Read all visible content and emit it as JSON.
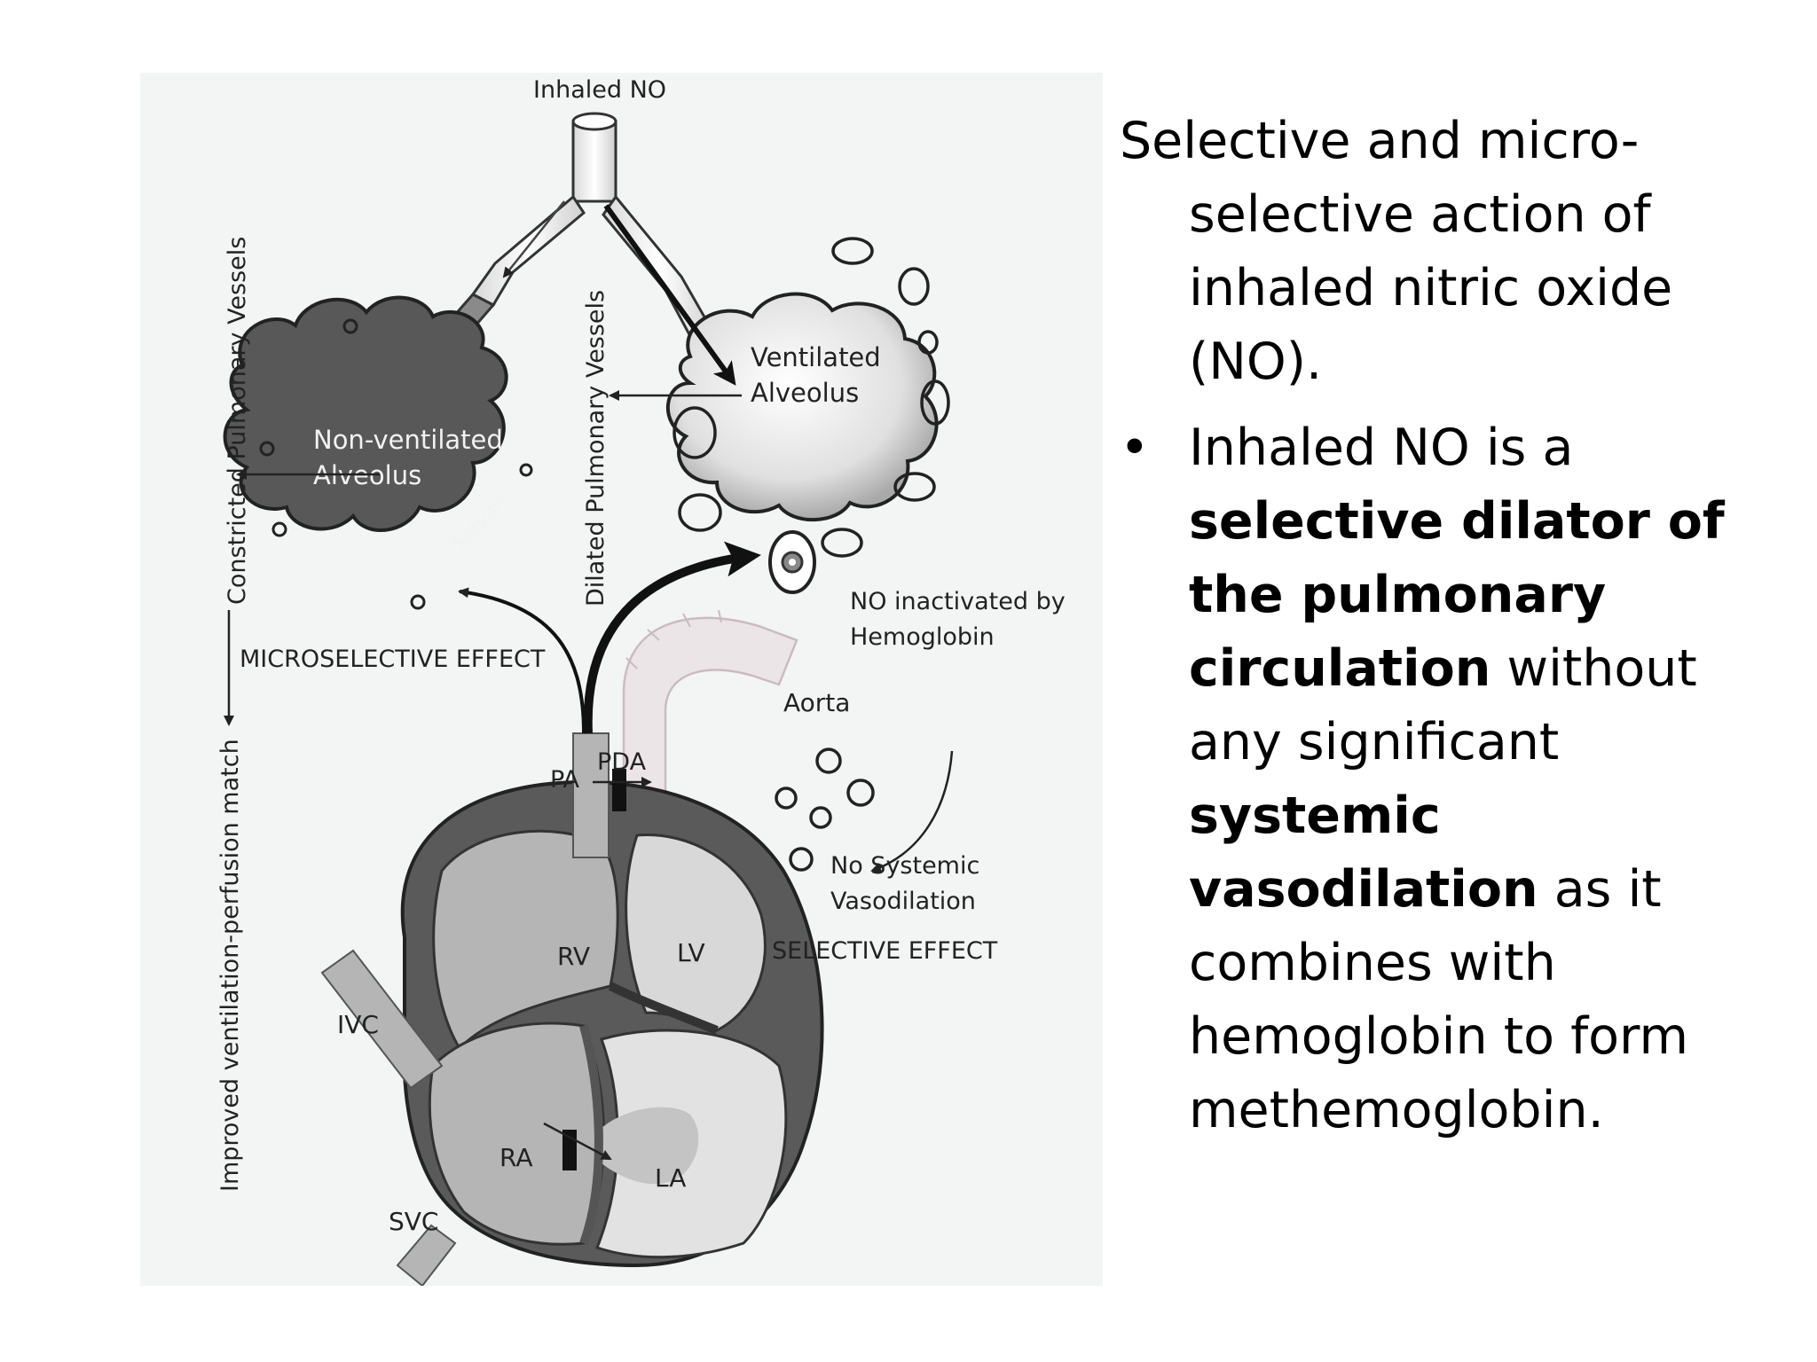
{
  "diagram": {
    "labels": {
      "inhaled_no": "Inhaled NO",
      "constricted_vessels": "Constricted Pulmonary Vessels",
      "improved_match": "Improved ventilation-perfusion match",
      "dilated_vessels": "Dilated Pulmonary Vessels",
      "ventilated_line1": "Ventilated",
      "ventilated_line2": "Alveolus",
      "nonventilated_line1": "Non-ventilated",
      "nonventilated_line2": "Alveolus",
      "signature": "Satyan",
      "microselective_effect": "MICROSELECTIVE EFFECT",
      "no_inactivated_line1": "NO inactivated by",
      "no_inactivated_line2": "Hemoglobin",
      "aorta": "Aorta",
      "pa": "PA",
      "pda": "PDA",
      "no_systemic_line1": "No Systemic",
      "no_systemic_line2": "Vasodilation",
      "selective_effect": "SELECTIVE EFFECT",
      "rv": "RV",
      "lv": "LV",
      "ivc": "IVC",
      "ra": "RA",
      "la": "LA",
      "svc": "SVC"
    }
  },
  "text": {
    "intro": "Selective and micro-selective action of inhaled nitric oxide (NO).",
    "bullet_marker": "•",
    "bullet_part1": "Inhaled NO is a ",
    "bullet_bold1": "selective dilator of the pulmonary circulation",
    "bullet_part2": " without any significant ",
    "bullet_bold2": "systemic vasodilation",
    "bullet_part3": " as it combines with hemoglobin to form methemoglobin."
  },
  "colors": {
    "figure_background": "#f3f4f4",
    "dark_fill": "#555555",
    "mid_gray": "#b8b8b8",
    "light_fill": "#dcdcdc",
    "aorta_pink": "#ece5e7"
  }
}
